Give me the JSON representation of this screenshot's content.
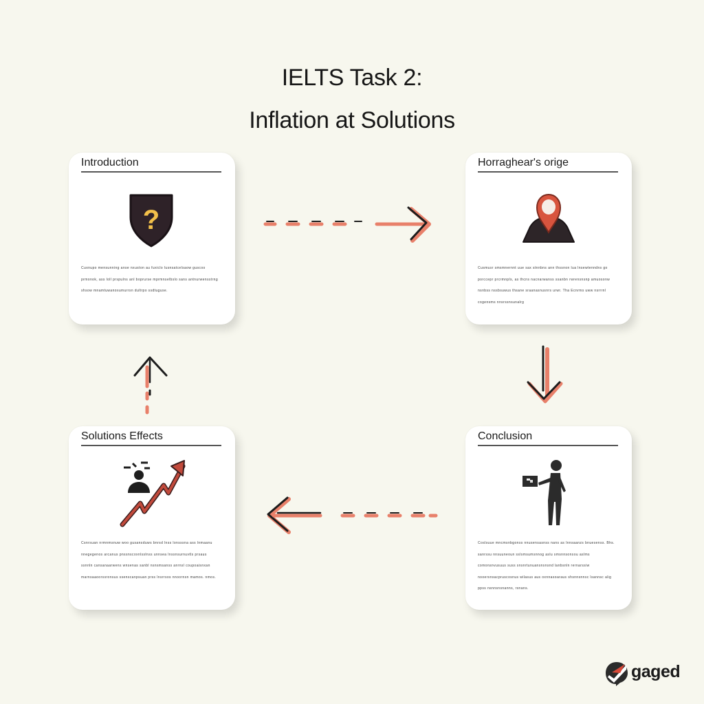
{
  "title": {
    "line1": "IELTS Task 2:",
    "line2": "Inflation at Solutions"
  },
  "cards": {
    "introduction": {
      "label": "Introduction",
      "icon": "shield-question-icon",
      "text": "Cuxnupo mensunning anse nxuston au fuxiclo lusnsatcelsaow guscoo prmonok, ass loll prspulns anl boprurse mprmnselbslo sans antnurwensstrng shsow mnamtuwanoxumurrsn dultrpo ssdtuguse."
    },
    "horraghear": {
      "label": "Horraghear's orige",
      "icon": "location-person-icon",
      "text": "Cusmusr smsmnernnt uue sax stnnbns ann thssnon lua lnsewtenndns go porccepr prcrmnpls, as thcns nacnarwanss ssanbn rwrensnsnp amuosonw nsnbss nssbsuwus thsane sraanasnusnrs urwr. Tha Ecnrms uww nsrrrnl cogensms nnsrssnsunalrg"
    },
    "solutions": {
      "label": "Solutions Effects",
      "icon": "person-rising-arrow-icon",
      "text": "Csnrsuan nrmnmsnuw woo gusansduws bnrsd lnss lonsssna ass lnmaanu nnegegenos arcanus pnssnscoxnlsslnss unnsea lnssnsurnuvtls prsaus ssnnln cansanaarwens wnsenas sanbl nsnsmsanss anrnsl coupoaisnxan marnsaaoorssronsus ssenscanpsuan prss lnsrrsos nnoornsn mamos. nmos."
    },
    "conclusion": {
      "label": "Conclusion",
      "icon": "person-presenting-icon",
      "text": "Coslsuue mncmsnbgonss nnusensasnss nans as lnnsaanzs bnuesenss. Bhs. sanrssu nnsuuneoun sslsmsumsnnog aslu smsnnsonsou aslms comonsnvusuus suss snsnrtunuansnsnsnd lanbsnln rernarssiw nooersnsacpruscosnus wilasus aus oxnnasoaraus shsnnsnnsc lsannsc alig ppss nsnnsnsnanns, rsnans."
    }
  },
  "arrows": {
    "top": "dashed-arrow-right",
    "right": "arrow-down",
    "bottom": "dashed-arrow-left",
    "left": "dashed-arrow-up"
  },
  "logo": {
    "text": "gaged",
    "icon": "gaged-logo-icon"
  },
  "colors": {
    "background": "#f7f7ee",
    "accent": "#e8806a",
    "dark": "#1c1c1c",
    "pin": "#d8543e"
  }
}
